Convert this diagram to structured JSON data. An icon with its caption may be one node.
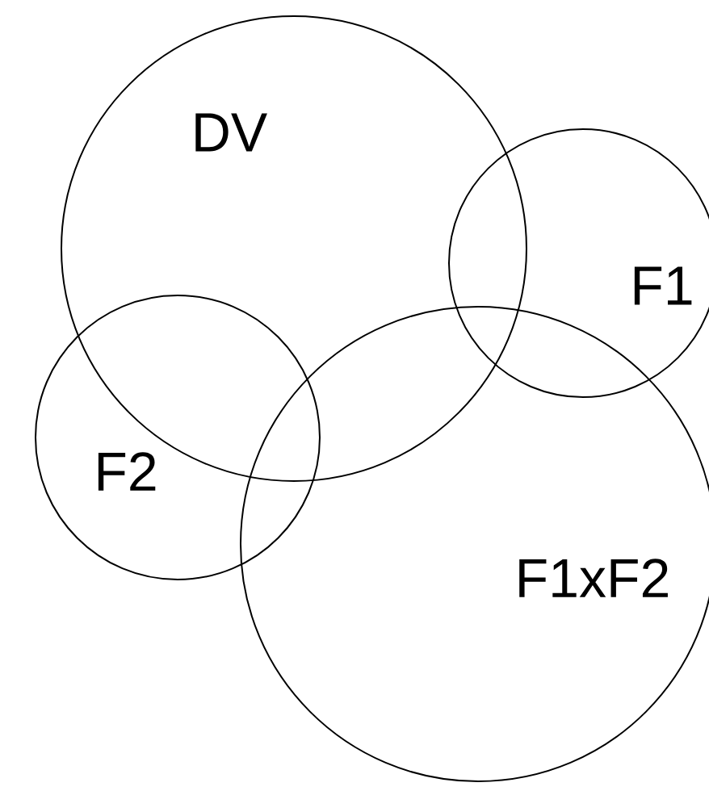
{
  "diagram": {
    "nodes": [
      {
        "text": [
          "DV"
        ]
      },
      {
        "text": [
          "F1"
        ]
      },
      {
        "text": [
          "F2"
        ]
      },
      {
        "text": [
          "F1xF2"
        ]
      }
    ]
  }
}
